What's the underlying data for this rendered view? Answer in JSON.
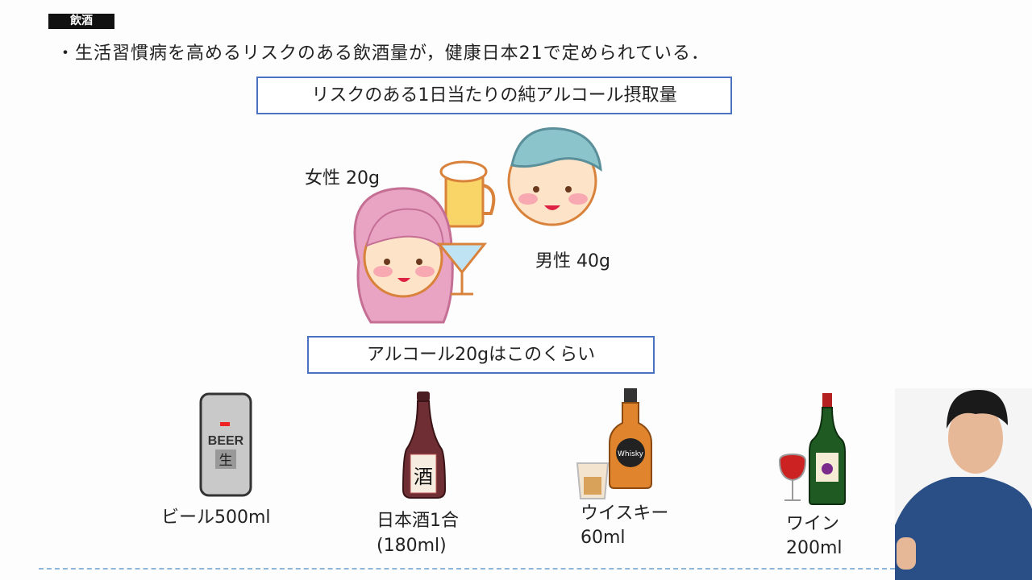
{
  "section_tag": "飲酒",
  "bullet": "・生活習慣病を高めるリスクのある飲酒量が，健康日本21で定められている．",
  "risk_box": "リスクのある1日当たりの純アルコール摂取量",
  "female": "女性 20g",
  "male": "男性 40g",
  "example_box": "アルコール20gはこのくらい",
  "drinks": [
    {
      "line1": "ビール500ml",
      "line2": "",
      "can_text": "BEER",
      "can_sub": "生"
    },
    {
      "line1": "日本酒1合",
      "line2": "(180ml)",
      "label_text": "酒"
    },
    {
      "line1": "ウイスキー",
      "line2": "60ml",
      "label_text": "Whisky"
    },
    {
      "line1": "ワイン",
      "line2": "200ml"
    }
  ]
}
